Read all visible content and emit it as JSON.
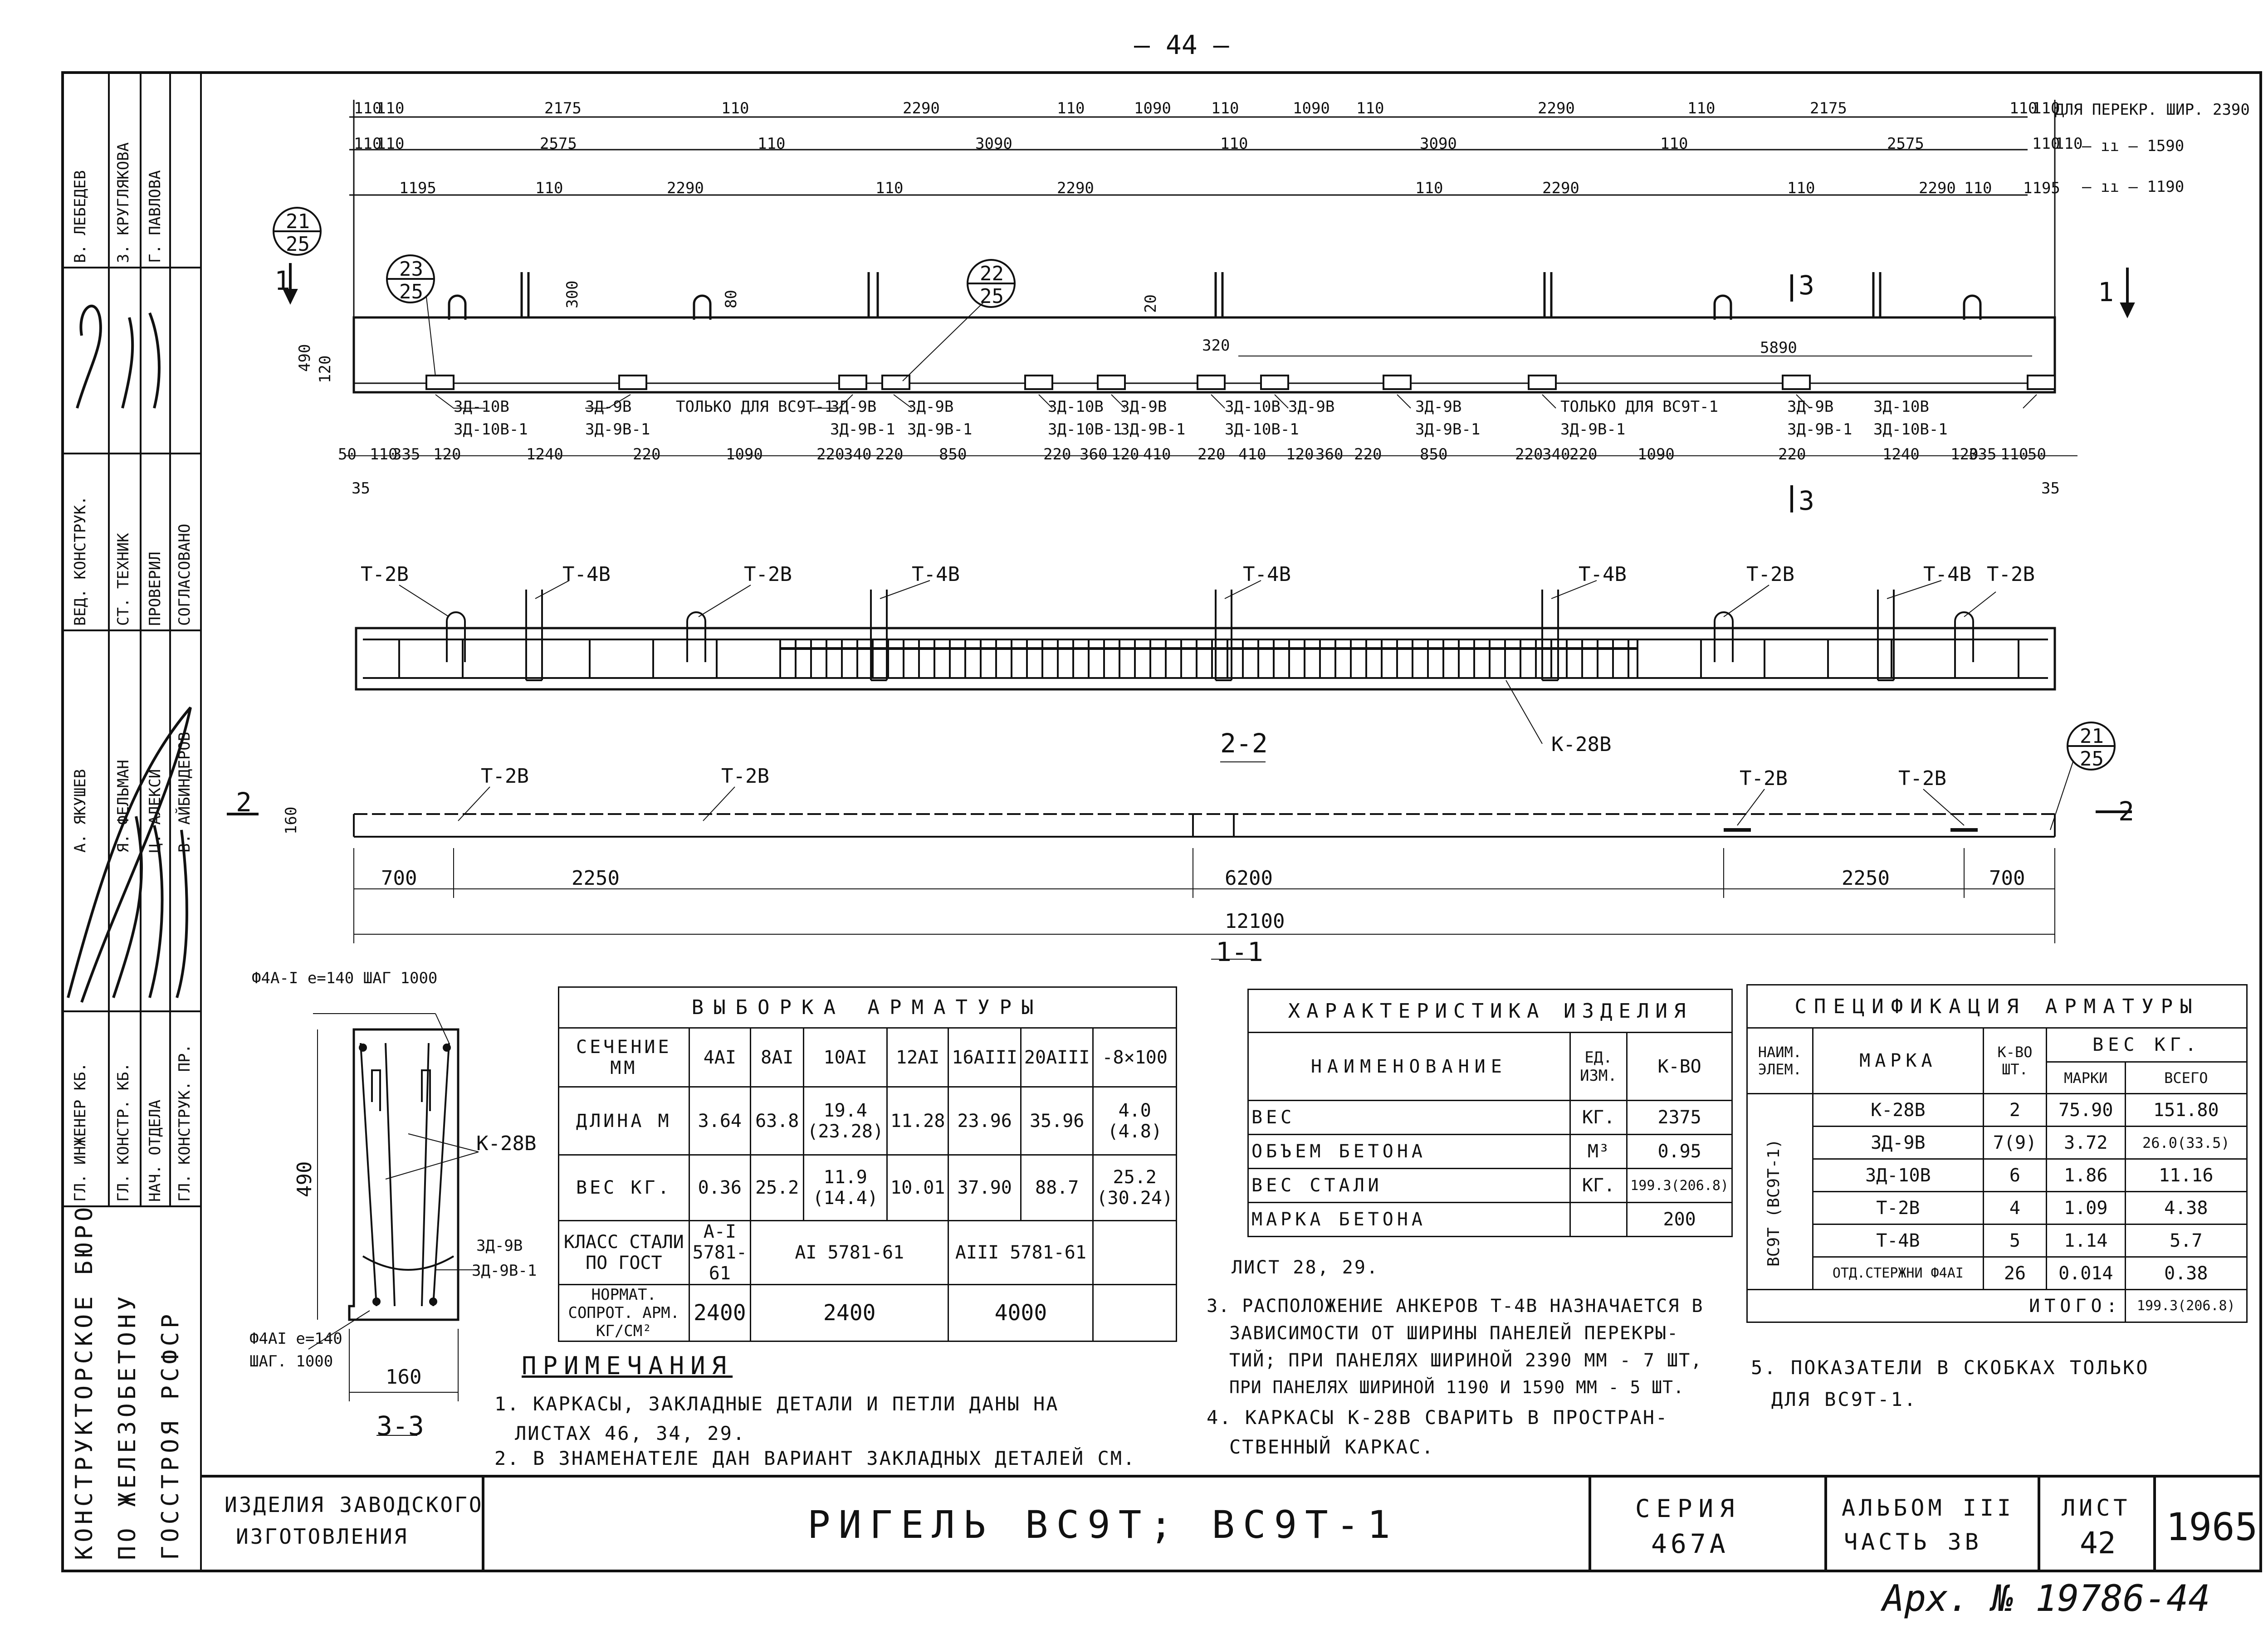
{
  "page_number": "— 44 —",
  "archive_number": "Арх. № 19786-44",
  "title_block": {
    "org_lines": [
      "КОНСТРУКТОРСКОЕ БЮРО",
      "ПО ЖЕЛЕЗОБЕТОНУ",
      "ГОССТРОЯ РСФСР"
    ],
    "product_type": "ИЗДЕЛИЯ ЗАВОДСКОГО ИЗГОТОВЛЕНИЯ",
    "product_type_lines": [
      "ИЗДЕЛИЯ ЗАВОДСКОГО",
      "ИЗГОТОВЛЕНИЯ"
    ],
    "title": "РИГЕЛЬ  ВС9Т; ВС9Т-1",
    "series_label": "СЕРИЯ",
    "series_value": "467А",
    "album_label": "АЛЬБОМ III",
    "part_label": "ЧАСТЬ 3В",
    "sheet_label": "ЛИСТ",
    "sheet_value": "42",
    "year": "1965"
  },
  "signatures": {
    "roles_top": [
      "ВЕД. КОНСТРУК.",
      "СТ. ТЕХНИК",
      "ПРОВЕРИЛ",
      "СОГЛАСОВАНО"
    ],
    "names_top": [
      "В. ЛЕБЕДЕВ",
      "З. КРУГЛЯКОВА",
      "Г. ПАВЛОВА"
    ],
    "roles_bottom": [
      "ГЛ. ИНЖЕНЕР КБ.",
      "ГЛ. КОНСТР. КБ.",
      "НАЧ. ОТДЕЛА",
      "ГЛ. КОНСТРУК. ПР."
    ],
    "names_bottom": [
      "А. ЯКУШЕВ",
      "Я. ФЕЛЬМАН",
      "Ц. АЛЕКСИ",
      "В. АЙБИНДЕРОВ"
    ]
  },
  "top_dims": {
    "row1": [
      "110",
      "110",
      "2175",
      "110",
      "2290",
      "110",
      "1090",
      "110",
      "1090",
      "110",
      "2290",
      "110",
      "2175",
      "110",
      "110"
    ],
    "row1_note": "ДЛЯ ПЕРЕКР. ШИР. 2390",
    "row2": [
      "110",
      "110",
      "2575",
      "110",
      "3090",
      "110",
      "3090",
      "110",
      "2575",
      "110",
      "110"
    ],
    "row2_note": "— ıı — 1590",
    "row3": [
      "1195",
      "110",
      "2290",
      "110",
      "2290",
      "110",
      "2290",
      "110",
      "2290",
      "110",
      "1195"
    ],
    "row3_note": "— ıı — 1190"
  },
  "elevation": {
    "section_mark_left": "1",
    "section_mark_right": "1",
    "section_mark_3": "3",
    "callout_a": {
      "top": "23",
      "bottom": "25"
    },
    "callout_b": {
      "top": "22",
      "bottom": "25"
    },
    "callout_c": {
      "top": "21",
      "bottom": "25"
    },
    "height": "490",
    "heel": "120",
    "loop_h": "300",
    "dim_80": "80",
    "dim_20": "20",
    "dim_320": "320",
    "dim_5890": "5890",
    "label_row1": [
      "3Д-10В",
      "3Д-9В",
      "ТОЛЬКО ДЛЯ ВС9Т-1",
      "3Д-9В",
      "3Д-9В",
      "3Д-10В",
      "3Д-9В",
      "3Д-10В",
      "3Д-9В",
      "3Д-9В",
      "ТОЛЬКО ДЛЯ ВС9Т-1",
      "3Д-9В",
      "3Д-10В"
    ],
    "label_row2": [
      "3Д-10В-1",
      "3Д-9В-1",
      "3Д-9В-1",
      "3Д-9В-1",
      "3Д-10В-1",
      "3Д-9В-1",
      "3Д-10В-1",
      "3Д-9В-1",
      "3Д-9В-1",
      "3Д-9В-1",
      "3Д-10В-1"
    ],
    "bottom_dims": [
      "50",
      "110",
      "335",
      "120",
      "1240",
      "220",
      "1090",
      "220",
      "340",
      "220",
      "850",
      "220",
      "360",
      "120",
      "410",
      "220",
      "410",
      "120",
      "360",
      "220",
      "850",
      "220",
      "340",
      "220",
      "1090",
      "220",
      "1240",
      "120",
      "335",
      "110",
      "50"
    ],
    "dim_35_left": "35",
    "dim_35_right": "35"
  },
  "cage": {
    "labels": [
      "Т-2В",
      "Т-4В",
      "Т-2В",
      "Т-4В",
      "Т-4В",
      "Т-4В",
      "Т-2В",
      "Т-4В",
      "Т-2В"
    ],
    "k_label": "К-28В"
  },
  "plan": {
    "section_title": "2-2",
    "section_mark": "2",
    "labels": [
      "Т-2В",
      "Т-2В",
      "Т-2В",
      "Т-2В"
    ],
    "thickness": "160",
    "dims": [
      "700",
      "2250",
      "6200",
      "2250",
      "700"
    ],
    "total": "12100",
    "section_11_title": "1-1"
  },
  "section33": {
    "title": "3-3",
    "top_note": "Ф4А-I  е=140  ШАГ 1000",
    "bottom_note_1": "Ф4АI  е=140",
    "bottom_note_2": "ШАГ. 1000",
    "height": "490",
    "width": "160",
    "k_label": "К-28В",
    "zd_label_1": "3Д-9В",
    "zd_label_2": "3Д-9В-1"
  },
  "rebar_table": {
    "title": "ВЫБОРКА АРМАТУРЫ",
    "row_headers": [
      "СЕЧЕНИЕ ММ",
      "ДЛИНА М",
      "ВЕС КГ.",
      "КЛАСС СТАЛИ ПО ГОСТ",
      "НОРМАТ. СОПРОТ. АРМ. КГ/СМ²"
    ],
    "columns": [
      "4АI",
      "8АI",
      "10АI",
      "12АI",
      "16АIII",
      "20АIII",
      "-8×100"
    ],
    "length": [
      "3.64",
      "63.8",
      "19.4 (23.28)",
      "11.28",
      "23.96",
      "35.96",
      "4.0 (4.8)"
    ],
    "weight": [
      "0.36",
      "25.2",
      "11.9 (14.4)",
      "10.01",
      "37.90",
      "88.7",
      "25.2 (30.24)"
    ],
    "steel_class": [
      "А-I 5781-61",
      "АI 5781-61",
      "АIII 5781-61"
    ],
    "norm_resist": [
      "2400",
      "2400",
      "4000"
    ]
  },
  "characteristics_table": {
    "title": "ХАРАКТЕРИСТИКА ИЗДЕЛИЯ",
    "headers": [
      "НАИМЕНОВАНИЕ",
      "ЕД. ИЗМ.",
      "К-ВО"
    ],
    "rows": [
      [
        "ВЕС",
        "КГ.",
        "2375"
      ],
      [
        "ОБЪЕМ БЕТОНА",
        "М³",
        "0.95"
      ],
      [
        "ВЕС СТАЛИ",
        "КГ.",
        "199.3(206.8)"
      ],
      [
        "МАРКА БЕТОНА",
        "",
        "200"
      ]
    ]
  },
  "spec_table": {
    "title": "СПЕЦИФИКАЦИЯ АРМАТУРЫ",
    "h_elem": "НАИМ. ЭЛЕМ.",
    "h_mark": "МАРКА",
    "h_qty": "К-ВО ШТ.",
    "h_weight": "ВЕС КГ.",
    "h_each": "МАРКИ",
    "h_total": "ВСЕГО",
    "elem_name": "ВС9Т (ВС9Т-1)",
    "rows": [
      [
        "К-28В",
        "2",
        "75.90",
        "151.80"
      ],
      [
        "3Д-9В",
        "7(9)",
        "3.72",
        "26.0(33.5)"
      ],
      [
        "3Д-10В",
        "6",
        "1.86",
        "11.16"
      ],
      [
        "Т-2В",
        "4",
        "1.09",
        "4.38"
      ],
      [
        "Т-4В",
        "5",
        "1.14",
        "5.7"
      ],
      [
        "ОТД.СТЕРЖНИ Ф4АI",
        "26",
        "0.014",
        "0.38"
      ]
    ],
    "total_label": "ИТОГО:",
    "total_value": "199.3(206.8)"
  },
  "notes": {
    "title": "ПРИМЕЧАНИЯ",
    "n1a": "1. КАРКАСЫ, ЗАКЛАДНЫЕ ДЕТАЛИ И ПЕТЛИ ДАНЫ НА",
    "n1b": "ЛИСТАХ 46, 34, 29.",
    "n2": "2. В ЗНАМЕНАТЕЛЕ ДАН ВАРИАНТ ЗАКЛАДНЫХ ДЕТАЛЕЙ СМ.",
    "n2b": "ЛИСТ 28, 29.",
    "n3a": "3. РАСПОЛОЖЕНИЕ АНКЕРОВ Т-4В НАЗНАЧАЕТСЯ В",
    "n3b": "ЗАВИСИМОСТИ ОТ ШИРИНЫ ПАНЕЛЕЙ ПЕРЕКРЫ-",
    "n3c": "ТИЙ; ПРИ ПАНЕЛЯХ ШИРИНОЙ 2390 ММ - 7 ШТ,",
    "n3d": "ПРИ ПАНЕЛЯХ ШИРИНОЙ 1190 И 1590 ММ - 5 ШТ.",
    "n4a": "4. КАРКАСЫ  К-28В СВАРИТЬ В ПРОСТРАН-",
    "n4b": "СТВЕННЫЙ  КАРКАС.",
    "n5a": "5. ПОКАЗАТЕЛИ В СКОБКАХ ТОЛЬКО",
    "n5b": "ДЛЯ ВС9Т-1."
  }
}
